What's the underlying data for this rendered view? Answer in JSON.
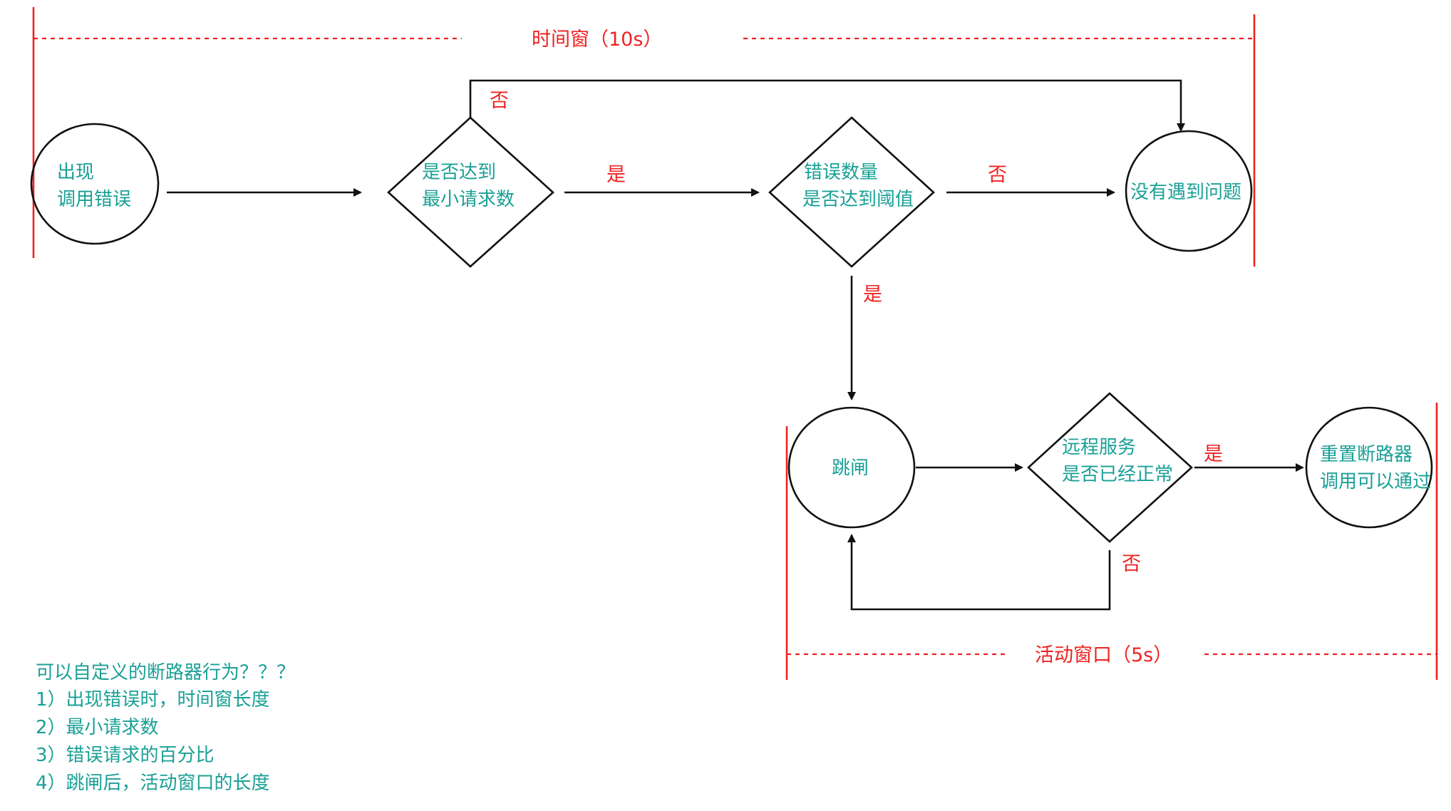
{
  "colors": {
    "node_text": "#1aa096",
    "window_text": "#ee2222",
    "line": "#111111"
  },
  "windows": {
    "time_window_label": "时间窗（10s）",
    "active_window_label": "活动窗口（5s）"
  },
  "nodes": {
    "error_occurred": [
      "出现",
      "调用错误"
    ],
    "min_requests_check": [
      "是否达到",
      "最小请求数"
    ],
    "error_threshold_check": [
      "错误数量",
      "是否达到阈值"
    ],
    "no_problem": [
      "没有遇到问题"
    ],
    "trip": [
      "跳闸"
    ],
    "remote_service_check": [
      "远程服务",
      "是否已经正常"
    ],
    "reset_breaker": [
      "重置断路器",
      "调用可以通过"
    ]
  },
  "edge_labels": {
    "min_requests_no": "否",
    "min_requests_yes": "是",
    "threshold_no": "否",
    "threshold_yes": "是",
    "remote_yes": "是",
    "remote_no": "否"
  },
  "notes": [
    "可以自定义的断路器行为？？？",
    "1）出现错误时，时间窗长度",
    "2）最小请求数",
    "3）错误请求的百分比",
    "4）跳闸后，活动窗口的长度"
  ]
}
